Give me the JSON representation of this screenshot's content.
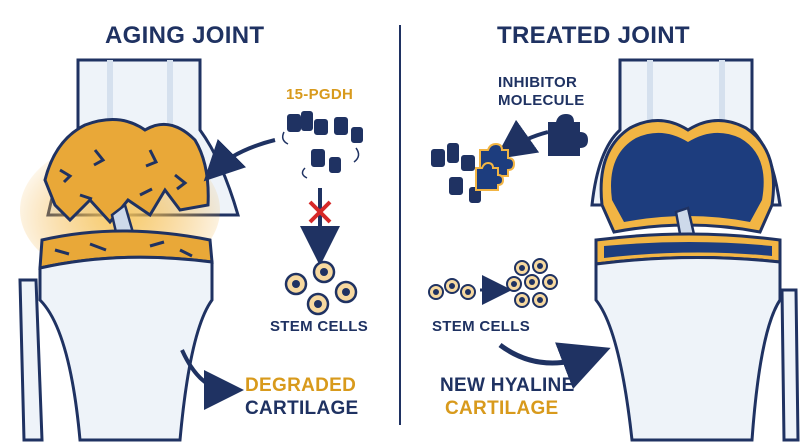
{
  "left_panel": {
    "title": "AGING JOINT",
    "enzyme_label": "15-PGDH",
    "stem_cells_label": "STEM CELLS",
    "outcome_line1": "DEGRADED",
    "outcome_line2": "CARTILAGE"
  },
  "right_panel": {
    "title": "TREATED JOINT",
    "inhibitor_line1": "INHIBITOR",
    "inhibitor_line2": "MOLECULE",
    "stem_cells_label": "STEM CELLS",
    "outcome_line1": "NEW HYALINE",
    "outcome_line2": "CARTILAGE"
  },
  "colors": {
    "navy": "#1f3262",
    "orange": "#e5a42e",
    "blue_cartilage": "#1d3d7e",
    "red_cross": "#d62828",
    "bone": "#eef3f9"
  }
}
